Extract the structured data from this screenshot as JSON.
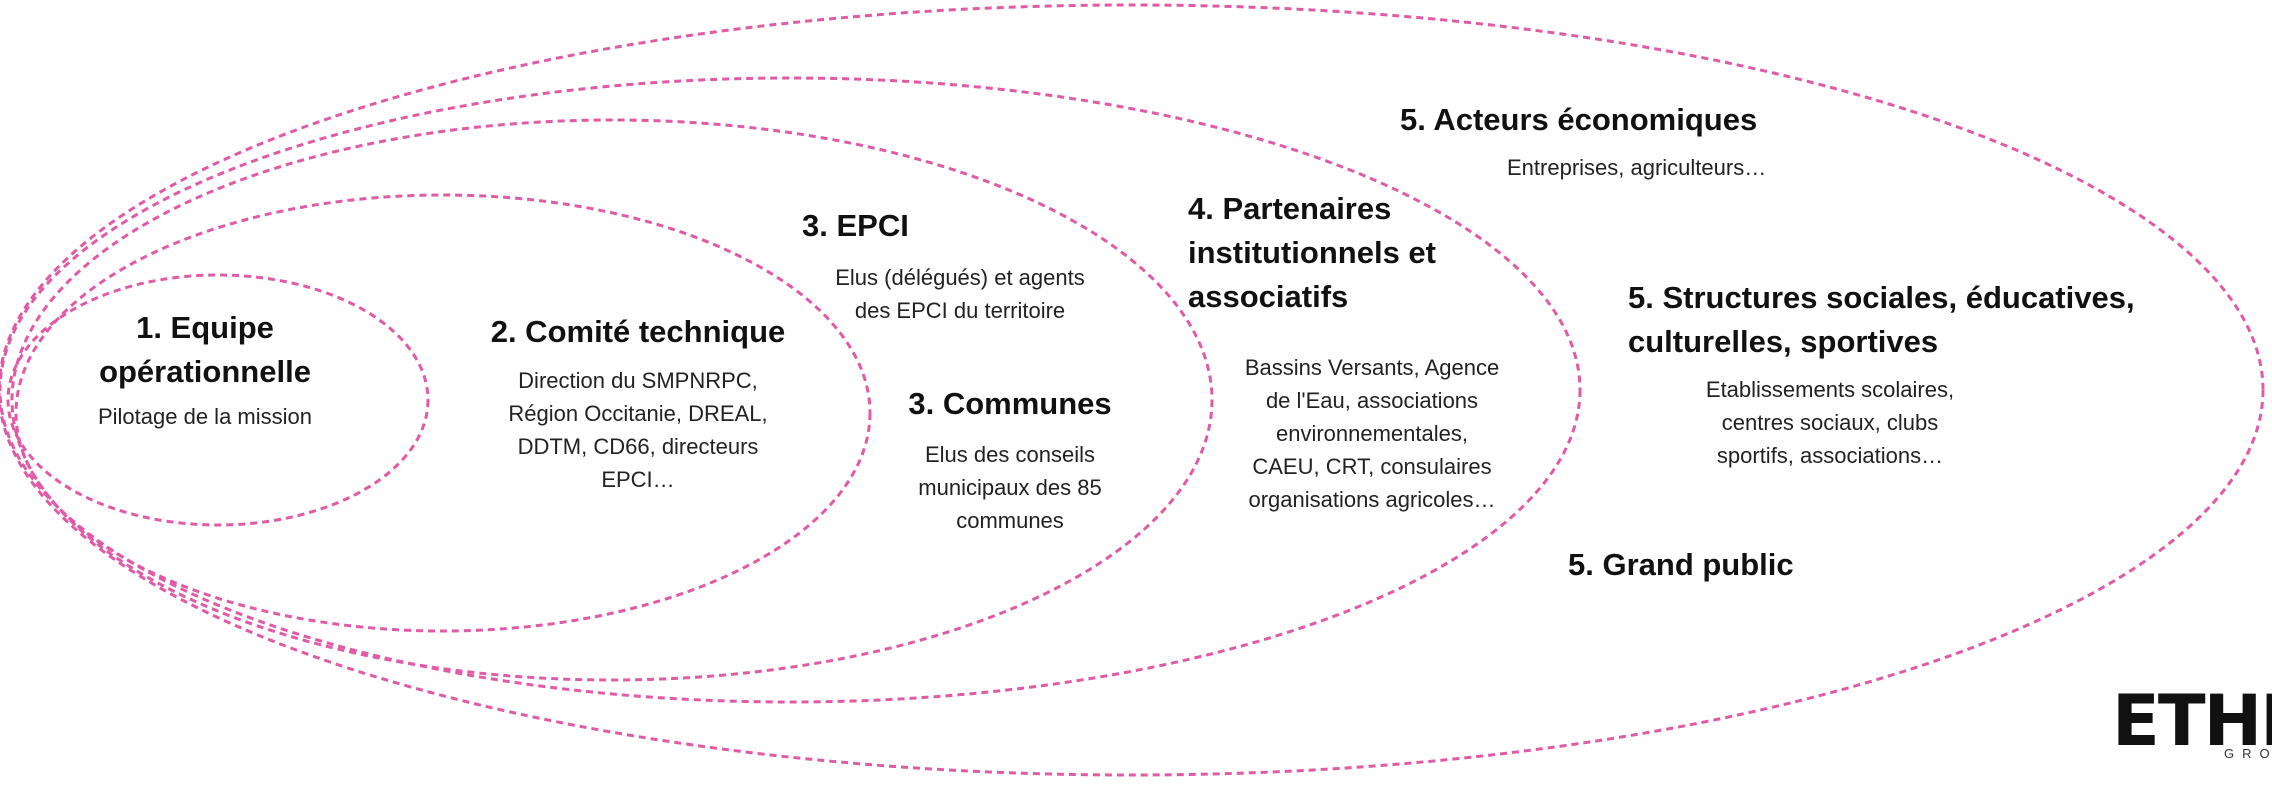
{
  "diagram": {
    "ring_color": "#e15aa6",
    "nodes": {
      "equipe": {
        "title_line1": "1. Equipe",
        "title_line2": "opérationnelle",
        "desc": "Pilotage de la mission"
      },
      "comite": {
        "title": "2. Comité technique",
        "desc_lines": [
          "Direction du SMPNRPC,",
          "Région Occitanie, DREAL,",
          "DDTM, CD66, directeurs",
          "EPCI…"
        ]
      },
      "epci": {
        "title": "3. EPCI",
        "desc_lines": [
          "Elus (délégués) et agents",
          "des EPCI du territoire"
        ]
      },
      "communes": {
        "title": "3. Communes",
        "desc_lines": [
          "Elus des conseils",
          "municipaux des 85",
          "communes"
        ]
      },
      "partenaires": {
        "title_lines": [
          "4. Partenaires",
          "institutionnels et",
          "associatifs"
        ],
        "desc_lines": [
          "Bassins Versants, Agence",
          "de l'Eau, associations",
          "environnementales,",
          "CAEU, CRT, consulaires",
          "organisations agricoles…"
        ]
      },
      "acteurs": {
        "title": "5. Acteurs économiques",
        "desc": "Entreprises, agriculteurs…"
      },
      "structures": {
        "title_lines": [
          "5. Structures sociales, éducatives,",
          "culturelles, sportives"
        ],
        "desc_lines": [
          "Etablissements scolaires,",
          "centres sociaux, clubs",
          "sportifs, associations…"
        ]
      },
      "grand_public": {
        "title": "5. Grand public"
      }
    }
  },
  "logo": {
    "name": "ETHICITY",
    "sub": "GROUPE"
  }
}
